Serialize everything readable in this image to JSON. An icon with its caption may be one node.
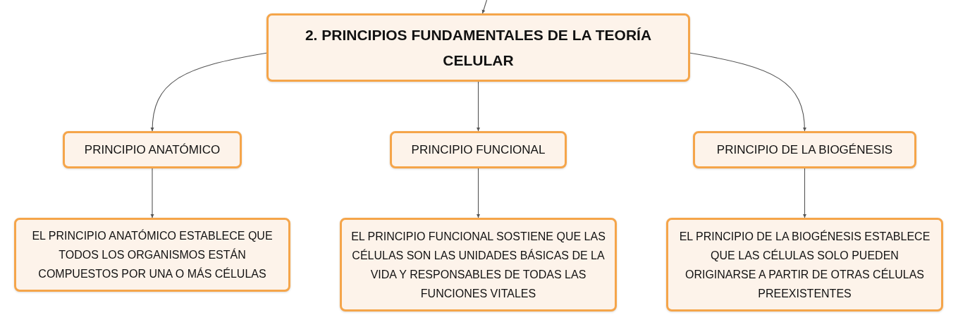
{
  "diagram": {
    "nodes": [
      {
        "text": [
          "2. PRINCIPIOS FUNDAMENTALES DE LA TEORÍA CELULAR"
        ]
      },
      {
        "text": [
          "PRINCIPIO ANATÓMICO"
        ]
      },
      {
        "text": [
          "PRINCIPIO FUNCIONAL"
        ]
      },
      {
        "text": [
          "PRINCIPIO DE LA BIOGÉNESIS"
        ]
      },
      {
        "text": [
          "EL PRINCIPIO ANATÓMICO ESTABLECE QUE TODOS LOS ORGANISMOS ESTÁN COMPUESTOS POR UNA O MÁS CÉLULAS"
        ]
      },
      {
        "text": [
          "EL PRINCIPIO FUNCIONAL SOSTIENE QUE LAS CÉLULAS SON LAS UNIDADES BÁSICAS DE LA VIDA Y RESPONSABLES DE TODAS LAS FUNCIONES VITALES"
        ]
      },
      {
        "text": [
          "EL PRINCIPIO DE LA BIOGÉNESIS ESTABLECE QUE LAS CÉLULAS SOLO PUEDEN ORIGINARSE A PARTIR DE OTRAS CÉLULAS PREEXISTENTES"
        ]
      }
    ],
    "edges": [
      {
        "from": null,
        "to": 0,
        "arrow": "to"
      },
      {
        "from": 0,
        "to": 1,
        "arrow": "to"
      },
      {
        "from": 0,
        "to": 2,
        "arrow": "to"
      },
      {
        "from": 0,
        "to": 3,
        "arrow": "to"
      },
      {
        "from": 1,
        "to": 4,
        "arrow": "to"
      },
      {
        "from": 2,
        "to": 5,
        "arrow": "to"
      },
      {
        "from": 3,
        "to": 6,
        "arrow": "to"
      }
    ]
  }
}
